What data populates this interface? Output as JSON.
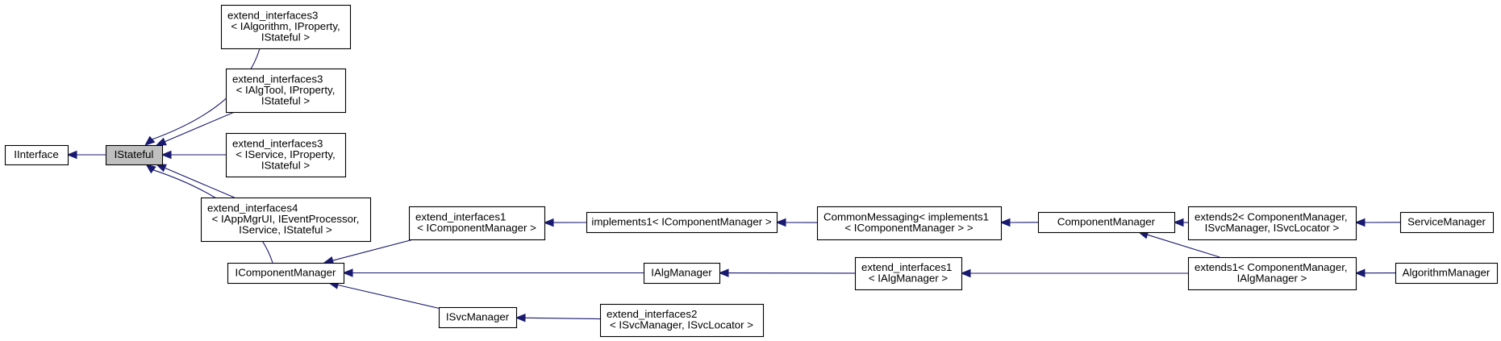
{
  "diagram": {
    "nodes": [
      {
        "id": "IInterface",
        "lines": [
          "IInterface"
        ]
      },
      {
        "id": "IStateful",
        "lines": [
          "IStateful"
        ],
        "active": true
      },
      {
        "id": "ei3_alg",
        "lines": [
          "extend_interfaces3",
          "< IAlgorithm, IProperty,",
          "IStateful >"
        ]
      },
      {
        "id": "ei3_tool",
        "lines": [
          "extend_interfaces3",
          "< IAlgTool, IProperty,",
          "IStateful >"
        ]
      },
      {
        "id": "ei3_svc",
        "lines": [
          "extend_interfaces3",
          "< IService, IProperty,",
          "IStateful >"
        ]
      },
      {
        "id": "ei4_app",
        "lines": [
          "extend_interfaces4",
          "< IAppMgrUI, IEventProcessor,",
          "IService, IStateful >"
        ]
      },
      {
        "id": "IComponentManager",
        "lines": [
          "IComponentManager"
        ]
      },
      {
        "id": "ei1_cm",
        "lines": [
          "extend_interfaces1",
          "< IComponentManager >"
        ]
      },
      {
        "id": "impl1_cm",
        "lines": [
          "implements1< IComponentManager >"
        ]
      },
      {
        "id": "cmsg",
        "lines": [
          "CommonMessaging< implements1",
          "< IComponentManager > >"
        ]
      },
      {
        "id": "ComponentManager",
        "lines": [
          "ComponentManager"
        ]
      },
      {
        "id": "ext2",
        "lines": [
          "extends2< ComponentManager,",
          "ISvcManager, ISvcLocator >"
        ]
      },
      {
        "id": "ServiceManager",
        "lines": [
          "ServiceManager"
        ]
      },
      {
        "id": "IAlgManager",
        "lines": [
          "IAlgManager"
        ]
      },
      {
        "id": "ei1_am",
        "lines": [
          "extend_interfaces1",
          "< IAlgManager >"
        ]
      },
      {
        "id": "ext1",
        "lines": [
          "extends1< ComponentManager,",
          "IAlgManager >"
        ]
      },
      {
        "id": "AlgorithmManager",
        "lines": [
          "AlgorithmManager"
        ]
      },
      {
        "id": "ISvcManager",
        "lines": [
          "ISvcManager"
        ]
      },
      {
        "id": "ei2_sm",
        "lines": [
          "extend_interfaces2",
          "< ISvcManager, ISvcLocator >"
        ]
      }
    ],
    "edges": [
      {
        "from": "IStateful",
        "to": "IInterface"
      },
      {
        "from": "ei3_alg",
        "to": "IStateful"
      },
      {
        "from": "ei3_tool",
        "to": "IStateful"
      },
      {
        "from": "ei3_svc",
        "to": "IStateful"
      },
      {
        "from": "ei4_app",
        "to": "IStateful"
      },
      {
        "from": "IComponentManager",
        "to": "IStateful"
      },
      {
        "from": "ei1_cm",
        "to": "IComponentManager"
      },
      {
        "from": "IAlgManager",
        "to": "IComponentManager"
      },
      {
        "from": "ISvcManager",
        "to": "IComponentManager"
      },
      {
        "from": "impl1_cm",
        "to": "ei1_cm"
      },
      {
        "from": "cmsg",
        "to": "impl1_cm"
      },
      {
        "from": "ComponentManager",
        "to": "cmsg"
      },
      {
        "from": "ext2",
        "to": "ComponentManager"
      },
      {
        "from": "ext1",
        "to": "ComponentManager"
      },
      {
        "from": "ServiceManager",
        "to": "ext2"
      },
      {
        "from": "ei1_am",
        "to": "IAlgManager"
      },
      {
        "from": "ext1",
        "to": "ei1_am"
      },
      {
        "from": "AlgorithmManager",
        "to": "ext1"
      },
      {
        "from": "ei2_sm",
        "to": "ISvcManager"
      }
    ]
  }
}
